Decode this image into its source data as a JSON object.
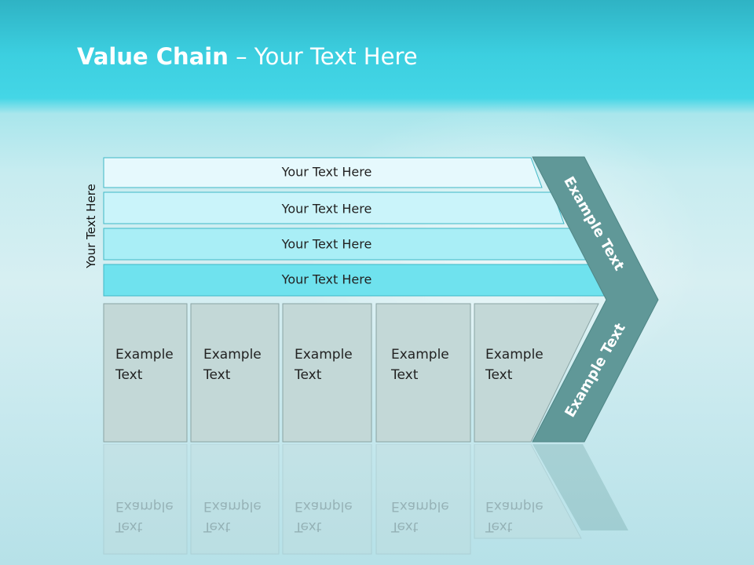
{
  "title": {
    "bold": "Value Chain",
    "rest": " – Your Text Here"
  },
  "side_label": "Your Text Here",
  "bars": [
    {
      "label": "Your Text Here",
      "color": "#e6f9fd"
    },
    {
      "label": "Your Text Here",
      "color": "#caf4fa"
    },
    {
      "label": "Your Text Here",
      "color": "#a9eef6"
    },
    {
      "label": "Your Text Here",
      "color": "#6fe2ee"
    }
  ],
  "blocks": [
    {
      "line1": "Example",
      "line2": "Text"
    },
    {
      "line1": "Example",
      "line2": "Text"
    },
    {
      "line1": "Example",
      "line2": "Text"
    },
    {
      "line1": "Example",
      "line2": "Text"
    },
    {
      "line1": "Example",
      "line2": "Text"
    }
  ],
  "chevron": {
    "top_label": "Example Text",
    "bottom_label": "Example Text",
    "color": "#609898"
  },
  "colors": {
    "block_fill": "#c3d8d7",
    "block_stroke": "#8aa3a3",
    "bar_stroke": "#3fb8c6"
  }
}
